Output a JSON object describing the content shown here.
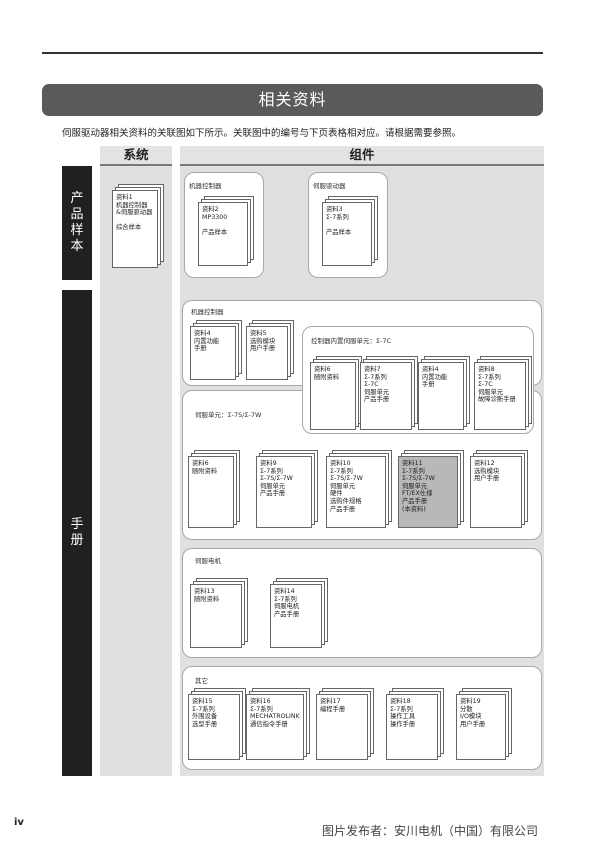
{
  "header": {
    "title": "相关资料"
  },
  "intro": "伺服驱动器相关资料的关联图如下所示。关联图中的编号与下页表格相对应。请根据需要参照。",
  "columns": {
    "system": "系统",
    "components": "组件"
  },
  "sidebar": {
    "catalog": "产\n品\n样\n本",
    "manual": "手\n册"
  },
  "panels": {
    "machine_controller_catalog": "机器控制器",
    "servo_drive_catalog": "伺服驱动器",
    "machine_controller_manual": "机器控制器",
    "controller_builtin_servo": "控制器内置伺服单元：Σ-7C",
    "servo_unit": "伺服单元：Σ-7S/Σ-7W",
    "servo_motor": "伺服电机",
    "other": "其它"
  },
  "books": {
    "b1": "资料1\n机器控制器\n&伺服驱动器\n\n综合样本",
    "b2": "资料2\nMP3300\n\n产品样本",
    "b3": "资料3\nΣ-7系列\n\n产品样本",
    "b4a": "资料4\n内置功能\n手册",
    "b5": "资料5\n选购模块\n用户手册",
    "b6a": "资料6\n随附资料",
    "b7": "资料7\nΣ-7系列\nΣ-7C\n伺服单元\n产品手册",
    "b4b": "资料4\n内置功能\n手册",
    "b8": "资料8\nΣ-7系列\nΣ-7C\n伺服单元\n故障诊断手册",
    "b6b": "资料6\n随附资料",
    "b9": "资料9\nΣ-7系列\nΣ-7S/Σ-7W\n伺服单元\n产品手册",
    "b10": "资料10\nΣ-7系列\nΣ-7S/Σ-7W\n伺服单元\n硬件\n选购件规格\n产品手册",
    "b11": "资料11\nΣ-7系列\nΣ-7S/Σ-7W\n伺服单元\nFT/EX仕様\n产品手册\n(本资料)",
    "b12": "资料12\n选购模块\n用户手册",
    "b13": "资料13\n随附资料",
    "b14": "资料14\nΣ-7系列\n伺服电机\n产品手册",
    "b15": "资料15\nΣ-7系列\n外围设备\n选型手册",
    "b16": "资料16\nΣ-7系列\nMECHATROLINK\n通信指令手册",
    "b17": "资料17\n编程手册",
    "b18": "资料18\nΣ-7系列\n操作工具\n操作手册",
    "b19": "资料19\n分散\nI/O模块\n用户手册"
  },
  "footer": {
    "page": "iv",
    "publisher": "图片发布者：安川电机（中国）有限公司"
  }
}
